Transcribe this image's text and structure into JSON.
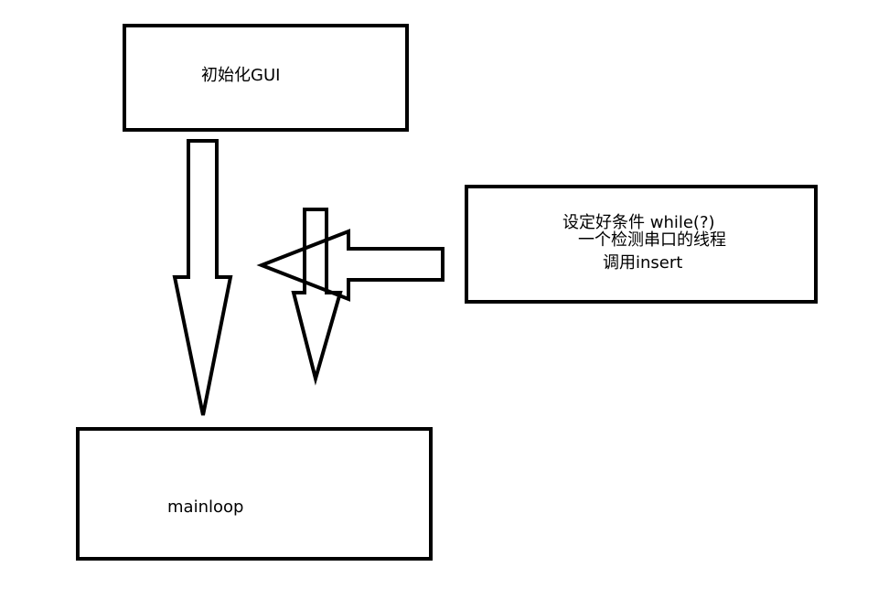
{
  "colors": {
    "background": "#ffffff",
    "stroke": "#000000",
    "text": "#000000"
  },
  "nodes": {
    "init_gui": {
      "label": "初始化GUI"
    },
    "thread_box": {
      "line1": "设定好条件 while(?)",
      "line2": "一个检测串口的线程",
      "line3": "调用insert"
    },
    "mainloop": {
      "label": "mainloop"
    }
  }
}
